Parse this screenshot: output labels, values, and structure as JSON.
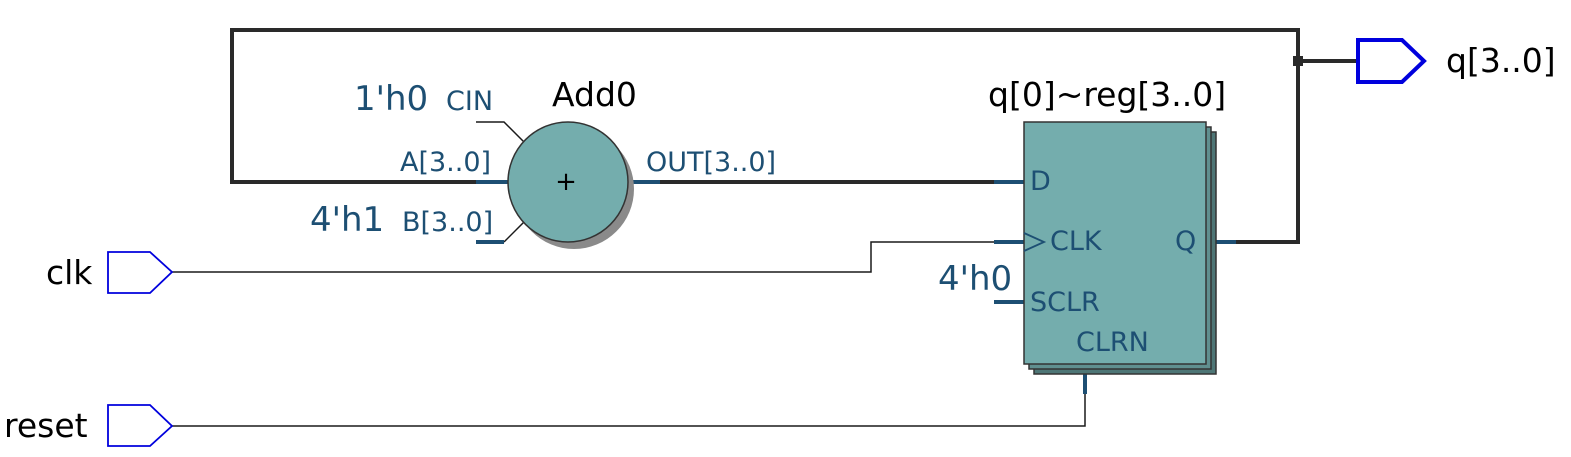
{
  "colors": {
    "block_fill": "#74adad",
    "block_stroke": "#333333",
    "shadow_fill": "#5b8a8a",
    "port_text": "#1d4f73",
    "io_stroke": "#0000dd",
    "bus_wire": "#2a2a2a",
    "pin_stub": "#1d4f73"
  },
  "inputs": {
    "clk": "clk",
    "reset": "reset"
  },
  "outputs": {
    "q": "q[3..0]"
  },
  "adder": {
    "name": "Add0",
    "symbol": "+",
    "ports": {
      "cin": "CIN",
      "a": "A[3..0]",
      "b": "B[3..0]",
      "out": "OUT[3..0]"
    },
    "constants": {
      "cin": "1'h0",
      "b": "4'h1"
    }
  },
  "register": {
    "name": "q[0]~reg[3..0]",
    "ports": {
      "d": "D",
      "clk": "CLK",
      "sclr": "SCLR",
      "clrn": "CLRN",
      "q": "Q"
    },
    "constants": {
      "sclr": "4'h0"
    }
  }
}
